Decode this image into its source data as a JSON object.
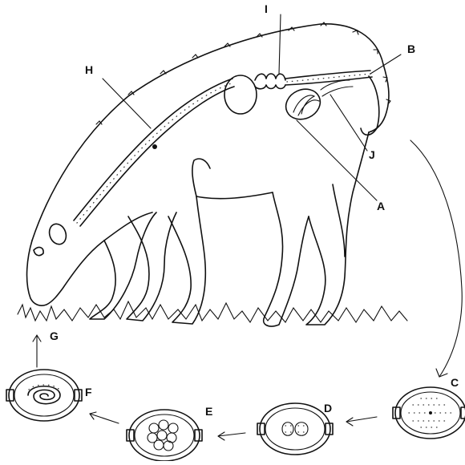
{
  "diagram": {
    "labels": {
      "A": "A",
      "B": "B",
      "C": "C",
      "D": "D",
      "E": "E",
      "F": "F",
      "G": "G",
      "H": "H",
      "I": "I",
      "J": "J"
    },
    "egg_stages": [
      "C",
      "D",
      "E",
      "F"
    ],
    "colors": {
      "ink": "#111111",
      "background": "#ffffff"
    }
  }
}
